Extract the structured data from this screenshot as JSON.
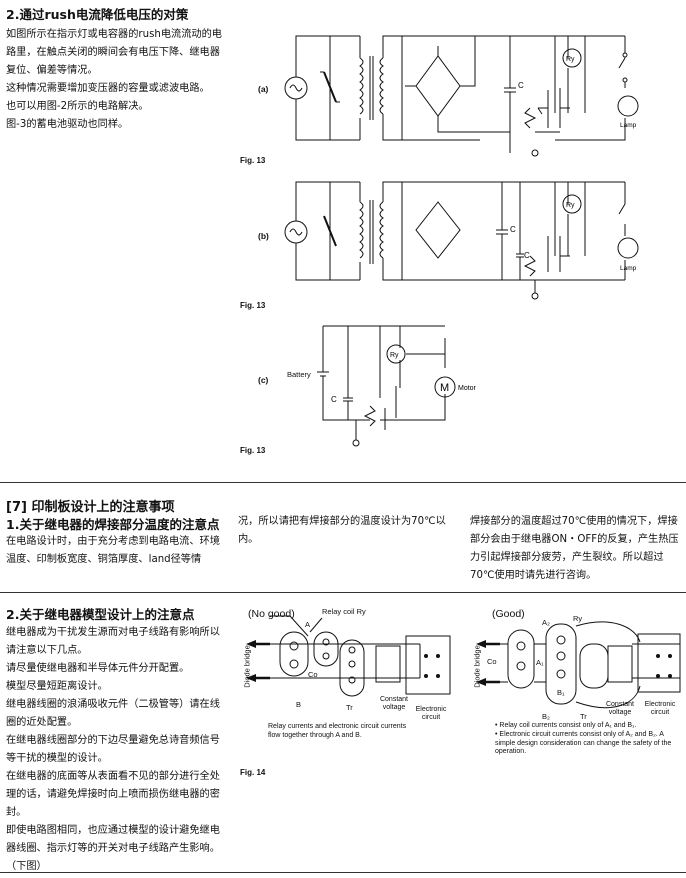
{
  "section_rush": {
    "title": "2.通过rush电流降低电压的对策",
    "para": "如图所示在指示灯或电容器的rush电流流动的电路里，在触点关闭的瞬间会有电压下降、继电器复位、偏差等情况。\n这种情况需要增加变压器的容量或滤波电路。\n也可以用图-2所示的电路解决。\n图-3的蓄电池驱动也同样。"
  },
  "figures": {
    "a_label": "(a)",
    "b_label": "(b)",
    "c_label": "(c)",
    "fig13": "Fig. 13",
    "fig14": "Fig. 14",
    "ry": "Ry",
    "c": "C",
    "lamp": "Lamp",
    "battery": "Battery",
    "motor": "Motor",
    "m": "M"
  },
  "section7": {
    "title": "[7] 印制板设计上的注意事项",
    "sub1": "1.关于继电器的焊接部分温度的注意点",
    "col1": "在电路设计时，由于充分考虑到电路电流、环境温度、印制板宽度、铜箔厚度、land径等情",
    "col2": "况，所以请把有焊接部分的温度设计为70℃以内。",
    "col3": "焊接部分的温度超过70℃使用的情况下，焊接部分会由于继电器ON・OFF的反复，产生热压力引起焊接部分疲劳，产生裂纹。所以超过70℃使用时请先进行咨询。"
  },
  "section_pattern": {
    "title": "2.关于继电器模型设计上的注意点",
    "para": "继电器成为干扰发生源而对电子线路有影响所以请注意以下几点。\n请尽量使继电器和半导体元件分开配置。\n模型尽量短距离设计。\n继电器线圈的浪涌吸收元件（二极管等）请在线圈的近处配置。\n在继电器线圈部分的下边尽量避免总诗音频信号等干扰的模型的设计。\n在继电器的底面等从表面看不见的部分进行全处理的话，请避免焊接时向上喷而损伤继电器的密封。\n即使电路图相同，也应通过模型的设计避免继电器线圈、指示灯等的开关对电子线路产生影响。（下图）"
  },
  "fig14": {
    "nogood": "(No good)",
    "good": "(Good)",
    "relay_coil": "Relay coil Ry",
    "ry": "Ry",
    "diode_bridge": "Diode bridge",
    "a": "A",
    "b": "B",
    "co": "Co",
    "tr": "Tr",
    "a2": "A₂",
    "a1": "A₁",
    "b1": "B₁",
    "b2": "B₂",
    "constant_voltage": "Constant voltage",
    "electronic_circuit": "Electronic circuit",
    "nogood_note": "Relay currents and electronic circuit currents flow together through A and B.",
    "good_note1": "• Relay coil currents consist only of A₁ and B₁.",
    "good_note2": "• Electronic circuit currents consist only of A₂ and B₂. A simple design consideration can change the safety of the operation."
  }
}
